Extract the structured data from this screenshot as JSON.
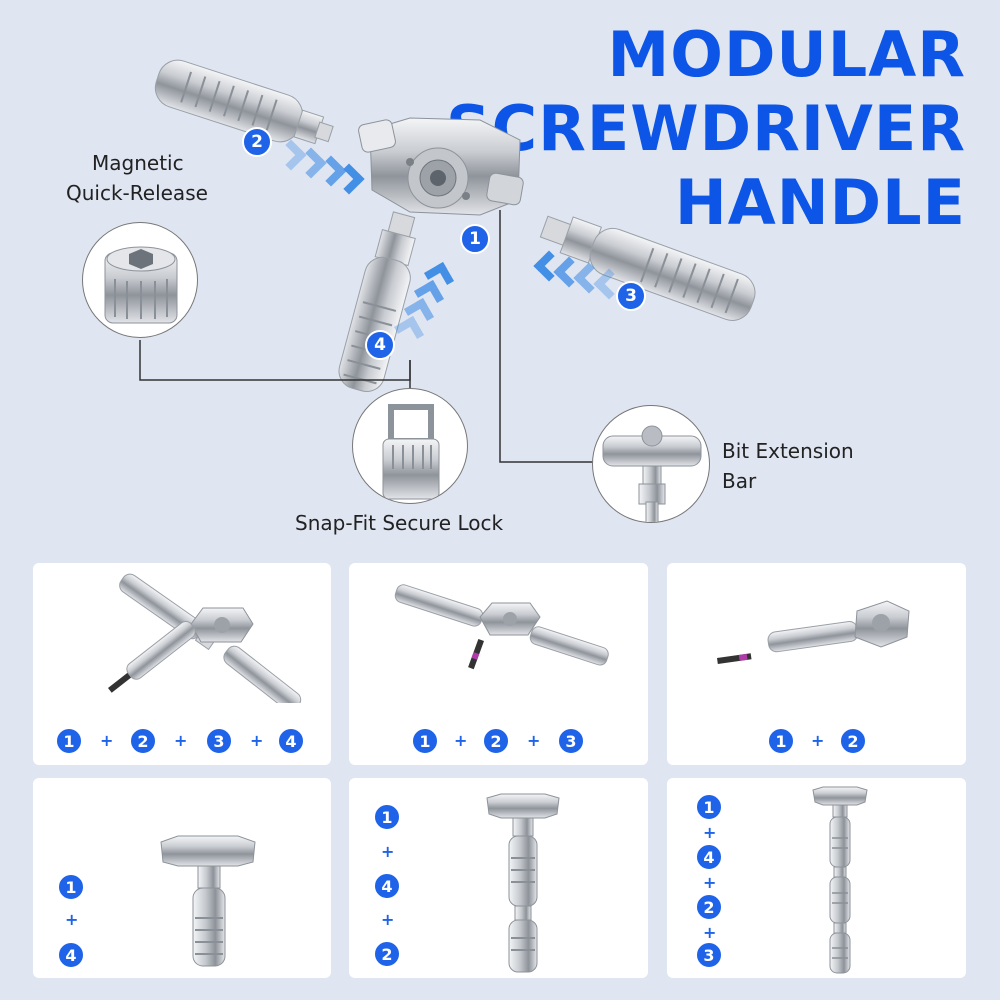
{
  "title": {
    "line1": "MODULAR",
    "line2": "SCREWDRIVER",
    "line3": "HANDLE"
  },
  "labels": {
    "magnetic_line1": "Magnetic",
    "magnetic_line2": "Quick-Release",
    "snap_fit": "Snap-Fit Secure Lock",
    "bit_ext_line1": "Bit Extension",
    "bit_ext_line2": "Bar"
  },
  "badges": {
    "one": "1",
    "two": "2",
    "three": "3",
    "four": "4"
  },
  "plus_sign": "+",
  "colors": {
    "accent": "#1f63e8",
    "title": "#0c55e6",
    "background": "#dfe5f1",
    "arrow": "#3c8be6"
  }
}
